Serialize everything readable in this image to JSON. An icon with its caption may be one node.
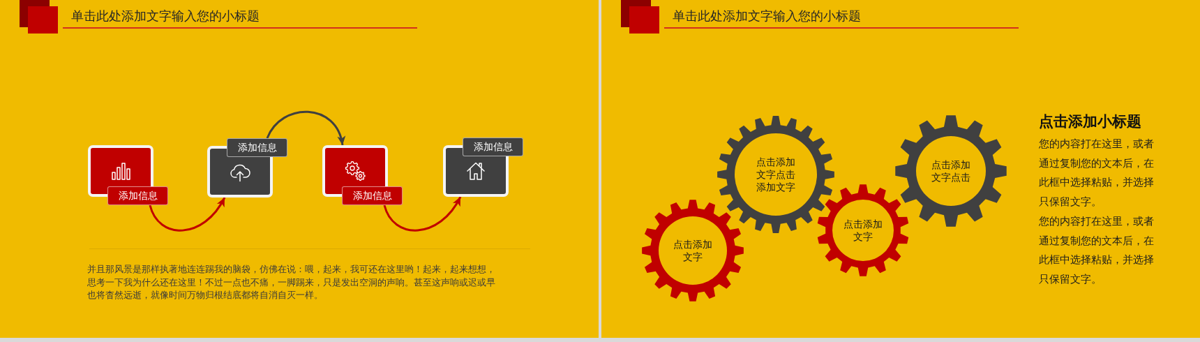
{
  "diagram": {
    "nodes": [
      {
        "text": [
          "添加信息"
        ]
      },
      {
        "text": [
          "添加信息"
        ]
      },
      {
        "text": [
          "添加信息"
        ]
      },
      {
        "text": [
          "添加信息"
        ]
      },
      {
        "text": [
          "点击添加文字"
        ]
      },
      {
        "text": [
          "点击添加文字点击添加文字"
        ]
      },
      {
        "text": [
          "点击添加文字"
        ]
      },
      {
        "text": [
          "点击添加文字点击"
        ]
      }
    ],
    "edges": [
      {
        "from": 0,
        "to": 1,
        "arrow": "to"
      },
      {
        "from": 1,
        "to": 2,
        "arrow": "to",
        "color": "#404040"
      },
      {
        "from": 2,
        "to": 3,
        "arrow": "to"
      }
    ],
    "labels": [
      "单击此处添加文字输入您的小标题",
      "并且那风景是那样执著地连连踢我的脑袋，仿佛在说：喂，起来，我可还在这里哟！起来，起来想想，思考一下我为什么还在这里！不过一点也不痛，一脚踢来，只是发出空洞的声响。甚至这声响或迟或早也将杳然远逝，就像时间万物归根结底都将自消自灭一样。",
      "单击此处添加文字输入您的小标题",
      "点击添加小标题",
      "您的内容打在这里，或者通过复制您的文本后，在此框中选择粘贴，并选择只保留文字。",
      "您的内容打在这里，或者通过复制您的文本后，在此框中选择粘贴，并选择只保留文字。"
    ]
  }
}
